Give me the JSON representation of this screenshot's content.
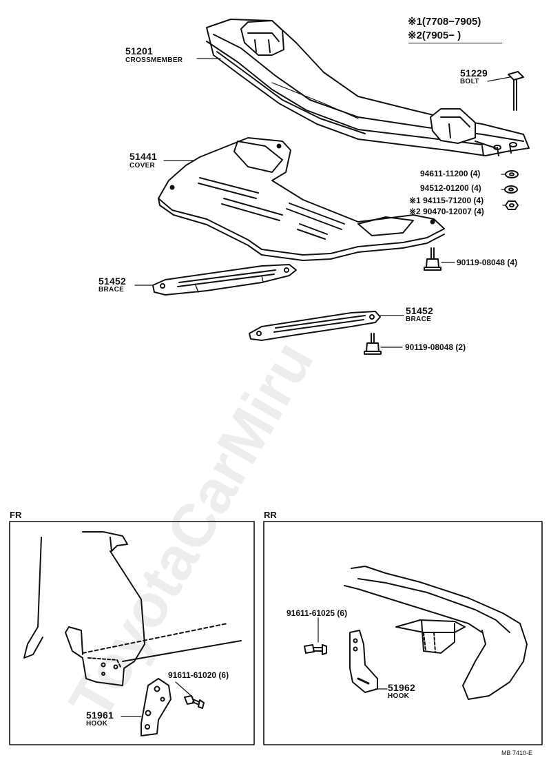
{
  "legend": {
    "line1": "※1(7708−7905)",
    "line2": "※2(7905−        )"
  },
  "parts": {
    "crossmember": {
      "number": "51201",
      "name": "CROSSMEMBER"
    },
    "bolt": {
      "number": "51229",
      "name": "BOLT"
    },
    "cover": {
      "number": "51441",
      "name": "COVER"
    },
    "brace_left": {
      "number": "51452",
      "name": "BRACE"
    },
    "brace_right": {
      "number": "51452",
      "name": "BRACE"
    },
    "hook_fr": {
      "number": "51961",
      "name": "HOOK"
    },
    "hook_rr": {
      "number": "51962",
      "name": "HOOK"
    }
  },
  "fasteners": {
    "washer1": "94611-11200 (4)",
    "washer2": "94512-01200 (4)",
    "nut1": "※1 94115-71200 (4)",
    "nut2": "※2 90470-12007 (4)",
    "bolt_cover": "90119-08048 (4)",
    "bolt_brace": "90119-08048 (2)",
    "bolt_fr": "91611-61020 (6)",
    "bolt_rr": "91611-61025 (6)"
  },
  "panels": {
    "fr": "FR",
    "rr": "RR"
  },
  "footer": "MB  7410-E",
  "watermark": "ToyotaCarMiru"
}
